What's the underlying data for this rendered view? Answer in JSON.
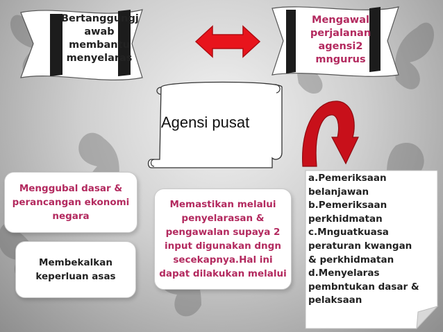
{
  "banners": {
    "left_lines": [
      "Bertanggungj",
      "awab",
      "membantu",
      "menyelaras"
    ],
    "right_lines": [
      "Mengawal",
      "perjalanan",
      "agensi2",
      "mngurus"
    ]
  },
  "scroll": {
    "title": "Agensi pusat"
  },
  "boxes": {
    "policy_lines": [
      "Menggubal dasar &",
      "perancangan ekonomi",
      "negara"
    ],
    "basic_lines": [
      "Membekalkan",
      "keperluan asas"
    ],
    "ensure_lines": [
      "Memastikan melalui",
      "penyelarasan &",
      "pengawalan supaya 2",
      "input digunakan dngn",
      "secekapnya.Hal ini",
      "dapat dilakukan melalui"
    ]
  },
  "note": {
    "lines": [
      "a.Pemeriksaan",
      "belanjawan",
      "b.Pemeriksaan",
      "perkhidmatan",
      "c.Mnguatkuasa",
      "peraturan kwangan",
      "& perkhidmatan",
      "d.Menyelaras",
      "pembntukan dasar &",
      "pelaksaan"
    ]
  },
  "colors": {
    "accent_pink": "#b32a5f",
    "arrow_red": "#e8141c",
    "curved_arrow_red": "#c8101a"
  }
}
